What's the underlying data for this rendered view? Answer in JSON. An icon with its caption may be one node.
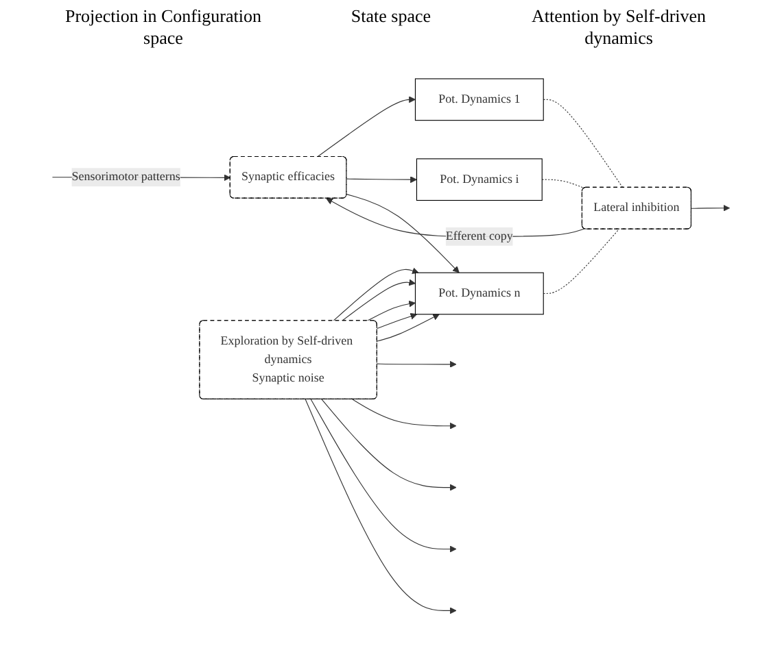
{
  "diagram": {
    "nodes": [
      {
        "text": [
          "Synaptic efficacies"
        ]
      },
      {
        "text": [
          "Pot. Dynamics 1"
        ]
      },
      {
        "text": [
          "Pot. Dynamics i"
        ]
      },
      {
        "text": [
          "Pot. Dynamics n"
        ]
      },
      {
        "text": [
          "Lateral inhibition"
        ]
      },
      {
        "text": [
          "Exploration by Self-driven dynamics",
          "Synaptic noise"
        ]
      }
    ],
    "edges": [
      {
        "from": null,
        "to": 0,
        "arrow": "to",
        "label": "Sensorimotor patterns"
      },
      {
        "from": 0,
        "to": 1,
        "arrow": "to"
      },
      {
        "from": 0,
        "to": 2,
        "arrow": "to"
      },
      {
        "from": 0,
        "to": 3,
        "arrow": "to"
      },
      {
        "from": 1,
        "to": 4,
        "arrow": "none",
        "style": "dashed"
      },
      {
        "from": 2,
        "to": 4,
        "arrow": "none",
        "style": "dashed"
      },
      {
        "from": 3,
        "to": 4,
        "arrow": "none",
        "style": "dashed"
      },
      {
        "from": 4,
        "to": null,
        "arrow": "to"
      },
      {
        "from": 4,
        "to": 0,
        "arrow": "to",
        "label": "Efferent copy"
      },
      {
        "from": 5,
        "to": 3,
        "arrow": "to"
      },
      {
        "from": 5,
        "to": 3,
        "arrow": "to"
      },
      {
        "from": 5,
        "to": 3,
        "arrow": "to"
      },
      {
        "from": 5,
        "to": 3,
        "arrow": "to"
      },
      {
        "from": 5,
        "to": 3,
        "arrow": "to"
      },
      {
        "from": 5,
        "to": null,
        "arrow": "to"
      },
      {
        "from": 5,
        "to": null,
        "arrow": "to"
      },
      {
        "from": 5,
        "to": null,
        "arrow": "to"
      },
      {
        "from": 5,
        "to": null,
        "arrow": "to"
      },
      {
        "from": 5,
        "to": null,
        "arrow": "to"
      }
    ],
    "labels": [
      "Projection in Configuration space",
      "State space",
      "Attention by Self-driven dynamics"
    ]
  }
}
